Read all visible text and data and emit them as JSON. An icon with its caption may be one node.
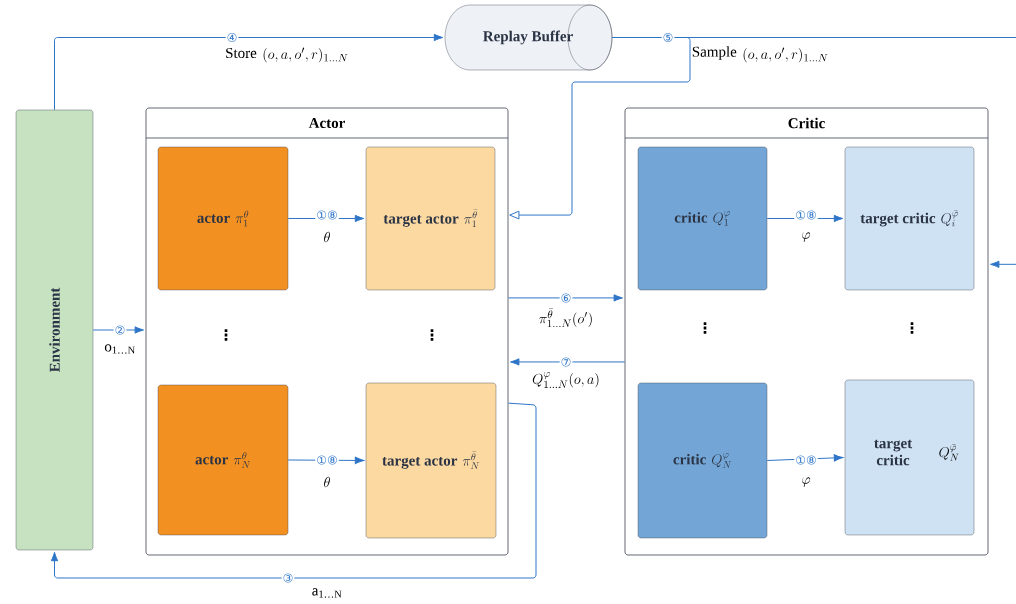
{
  "diagram": {
    "nodes": [
      {
        "text": [
          "Environment"
        ]
      },
      {
        "text": [
          "Replay Buffer"
        ]
      },
      {
        "text": [
          "Actor"
        ]
      },
      {
        "text": [
          "actor",
          "\\pi^{\\theta}_{1}"
        ],
        "in": 2
      },
      {
        "text": [
          "target actor",
          "\\pi^{\\bar{\\theta}}_{1}"
        ],
        "in": 2
      },
      {
        "text": [
          "actor",
          "\\pi^{\\theta}_{N}"
        ],
        "in": 2
      },
      {
        "text": [
          "target actor",
          "\\pi^{\\bar{\\theta}}_{N}"
        ],
        "in": 2
      },
      {
        "text": [
          "Critic"
        ]
      },
      {
        "text": [
          "critic",
          "Q^{\\varphi}_{1}"
        ],
        "in": 7
      },
      {
        "text": [
          "target critic",
          "Q^{\\bar{\\varphi}}_{i}"
        ],
        "in": 7
      },
      {
        "text": [
          "critic",
          "Q^{\\varphi}_{N}"
        ],
        "in": 7
      },
      {
        "text": [
          "target critic",
          "Q^{\\bar{\\varphi}}_{N}"
        ],
        "in": 7
      }
    ],
    "edges": [
      {
        "from": 0,
        "to": 1,
        "arrow": "to",
        "label": "④"
      },
      {
        "from": 1,
        "to": 2,
        "arrow": "to",
        "label": "⑤"
      },
      {
        "from": 1,
        "to": 7,
        "arrow": "to"
      },
      {
        "from": 0,
        "to": 2,
        "arrow": "to",
        "label": "②"
      },
      {
        "from": 2,
        "to": 0,
        "arrow": "to",
        "label": "③"
      },
      {
        "from": 2,
        "to": 7,
        "arrow": "to",
        "label": "⑥"
      },
      {
        "from": 7,
        "to": 2,
        "arrow": "to",
        "label": "⑦"
      },
      {
        "from": 3,
        "to": 4,
        "arrow": "to",
        "label": "①⑧"
      },
      {
        "from": 5,
        "to": 6,
        "arrow": "to",
        "label": "①⑧"
      },
      {
        "from": 8,
        "to": 9,
        "arrow": "to",
        "label": "①⑧"
      },
      {
        "from": 10,
        "to": 11,
        "arrow": "to",
        "label": "①⑧"
      }
    ],
    "labels": [
      "Store",
      "(o,a,o',r)_{1\\ldots N}",
      "Sample",
      "(o,a,o',r)_{1\\ldots N}",
      "\\theta",
      "\\varphi",
      "\\pi^{\\bar{\\theta}}_{1\\ldots N}(o')",
      "⋮",
      "⋮",
      "⋮",
      "⋮",
      "o$_{1…N}$",
      "Q^{\\varphi}_{1\\ldots N}(o,a)",
      "\\theta",
      "\\varphi",
      "a$_{1…N}$"
    ]
  }
}
